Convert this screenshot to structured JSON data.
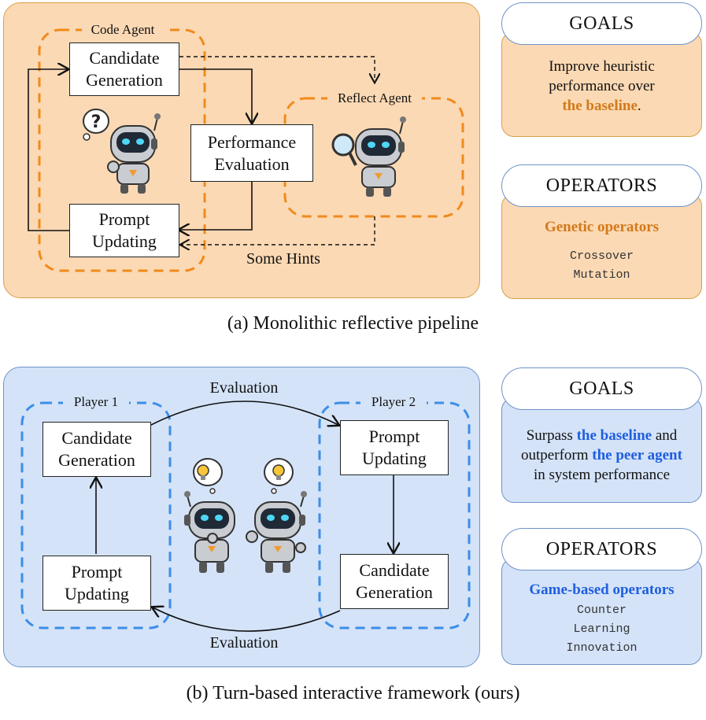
{
  "top": {
    "code_agent_label": "Code Agent",
    "reflect_agent_label": "Reflect Agent",
    "candidate_generation": "Candidate\nGeneration",
    "performance_evaluation": "Performance\nEvaluation",
    "prompt_updating": "Prompt\nUpdating",
    "some_hints": "Some Hints",
    "caption": "(a) Monolithic reflective pipeline",
    "goals": {
      "title": "GOALS",
      "text_1": "Improve heuristic",
      "text_2": "performance over",
      "highlight": "the baseline",
      "suffix": "."
    },
    "operators": {
      "title": "OPERATORS",
      "highlight": "Genetic operators",
      "items": [
        "Crossover",
        "Mutation"
      ]
    }
  },
  "bottom": {
    "player1_label": "Player 1",
    "player2_label": "Player 2",
    "evaluation_top": "Evaluation",
    "evaluation_bottom": "Evaluation",
    "p1_candidate_generation": "Candidate\nGeneration",
    "p1_prompt_updating": "Prompt\nUpdating",
    "p2_prompt_updating": "Prompt\nUpdating",
    "p2_candidate_generation": "Candidate\nGeneration",
    "caption": "(b) Turn-based interactive framework (ours)",
    "goals": {
      "title": "GOALS",
      "line1_prefix": "Surpass ",
      "line1_highlight": "the baseline",
      "line1_suffix": " and",
      "line2_prefix": "outperform ",
      "line2_highlight": "the peer agent",
      "line3": "in system performance"
    },
    "operators": {
      "title": "OPERATORS",
      "highlight": "Game-based operators",
      "items": [
        "Counter",
        "Learning",
        "Innovation"
      ]
    }
  },
  "colors": {
    "orange_panel": "#fbd9b4",
    "orange_dash": "#f08a1c",
    "orange_highlight": "#d27a1a",
    "blue_panel": "#d4e3f8",
    "blue_dash": "#3b8ee8",
    "blue_highlight": "#1f5ee0"
  },
  "icons": [
    "robot-confused-icon",
    "robot-magnifier-icon",
    "robot-lightbulb-icon"
  ]
}
